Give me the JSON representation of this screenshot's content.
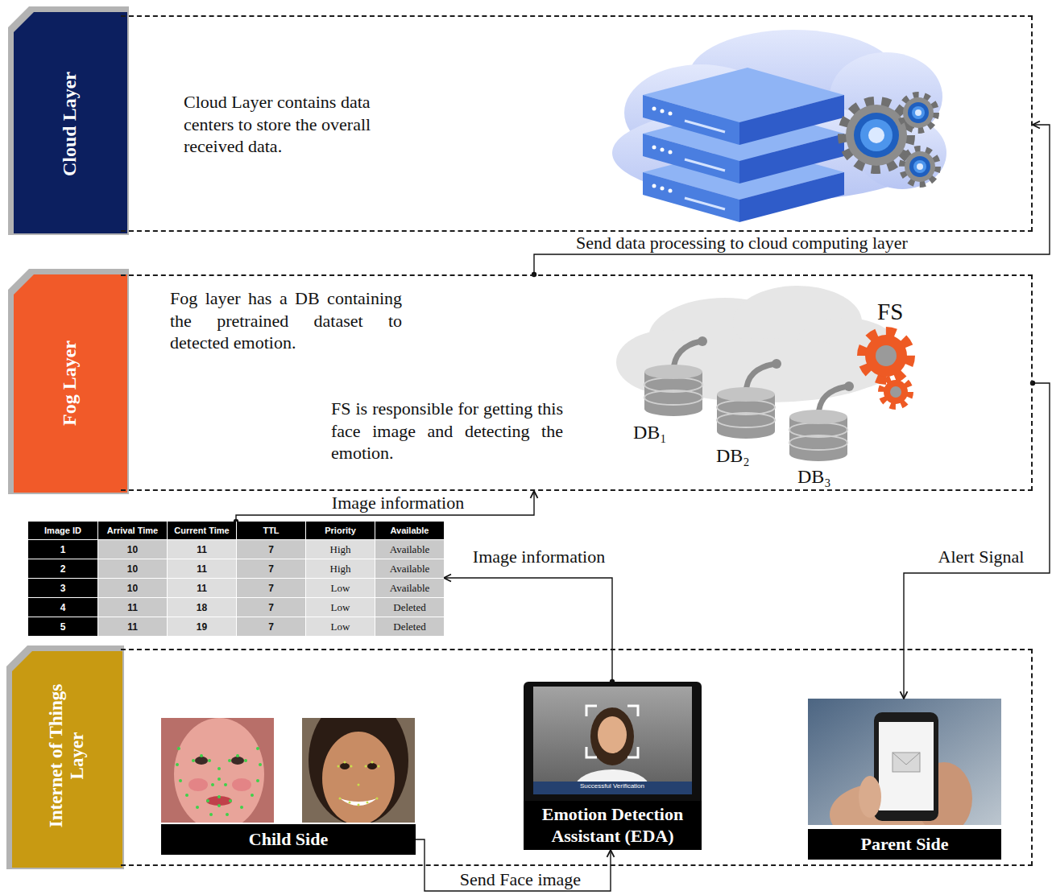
{
  "diagram": {
    "nodes": [
      {
        "text": [
          "Cloud Layer",
          "Cloud Layer contains data centers to store the overall received data."
        ]
      },
      {
        "text": [
          "Fog Layer",
          "Fog layer has a DB containing the pretrained dataset to detected emotion.",
          "FS is responsible for getting this face image and detecting the emotion."
        ]
      },
      {
        "text": [
          "Image ID",
          "Arrival Time",
          "Current Time",
          "TTL",
          "Priority",
          "Available",
          "1",
          "10",
          "11",
          "7",
          "High",
          "Available",
          "2",
          "10",
          "11",
          "7",
          "High",
          "Available",
          "3",
          "10",
          "11",
          "7",
          "Low",
          "Available",
          "4",
          "11",
          "18",
          "7",
          "Low",
          "Deleted",
          "5",
          "11",
          "19",
          "7",
          "Low",
          "Deleted"
        ]
      },
      {
        "text": [
          "Internet of Things Layer"
        ]
      },
      {
        "text": [
          "Child Side"
        ],
        "in": 3
      },
      {
        "text": [
          "Emotion Detection Assistant (EDA)"
        ],
        "in": 3
      },
      {
        "text": [
          "Parent Side"
        ],
        "in": 3
      }
    ],
    "edges": [
      {
        "from": 4,
        "to": 5,
        "label": "Send Face image",
        "arrow": "to"
      },
      {
        "from": 5,
        "to": 2,
        "label": "Image information",
        "arrow": "to"
      },
      {
        "from": 2,
        "to": 1,
        "label": "Image information",
        "arrow": "to"
      },
      {
        "from": 1,
        "to": 0,
        "label": "Send data processing to cloud computing layer",
        "arrow": "to"
      },
      {
        "from": 1,
        "to": 6,
        "label": "Alert Signal",
        "arrow": "to"
      }
    ],
    "labels": [
      "FS",
      "DB₁",
      "DB₂",
      "DB₃",
      "Successful Verification"
    ]
  }
}
